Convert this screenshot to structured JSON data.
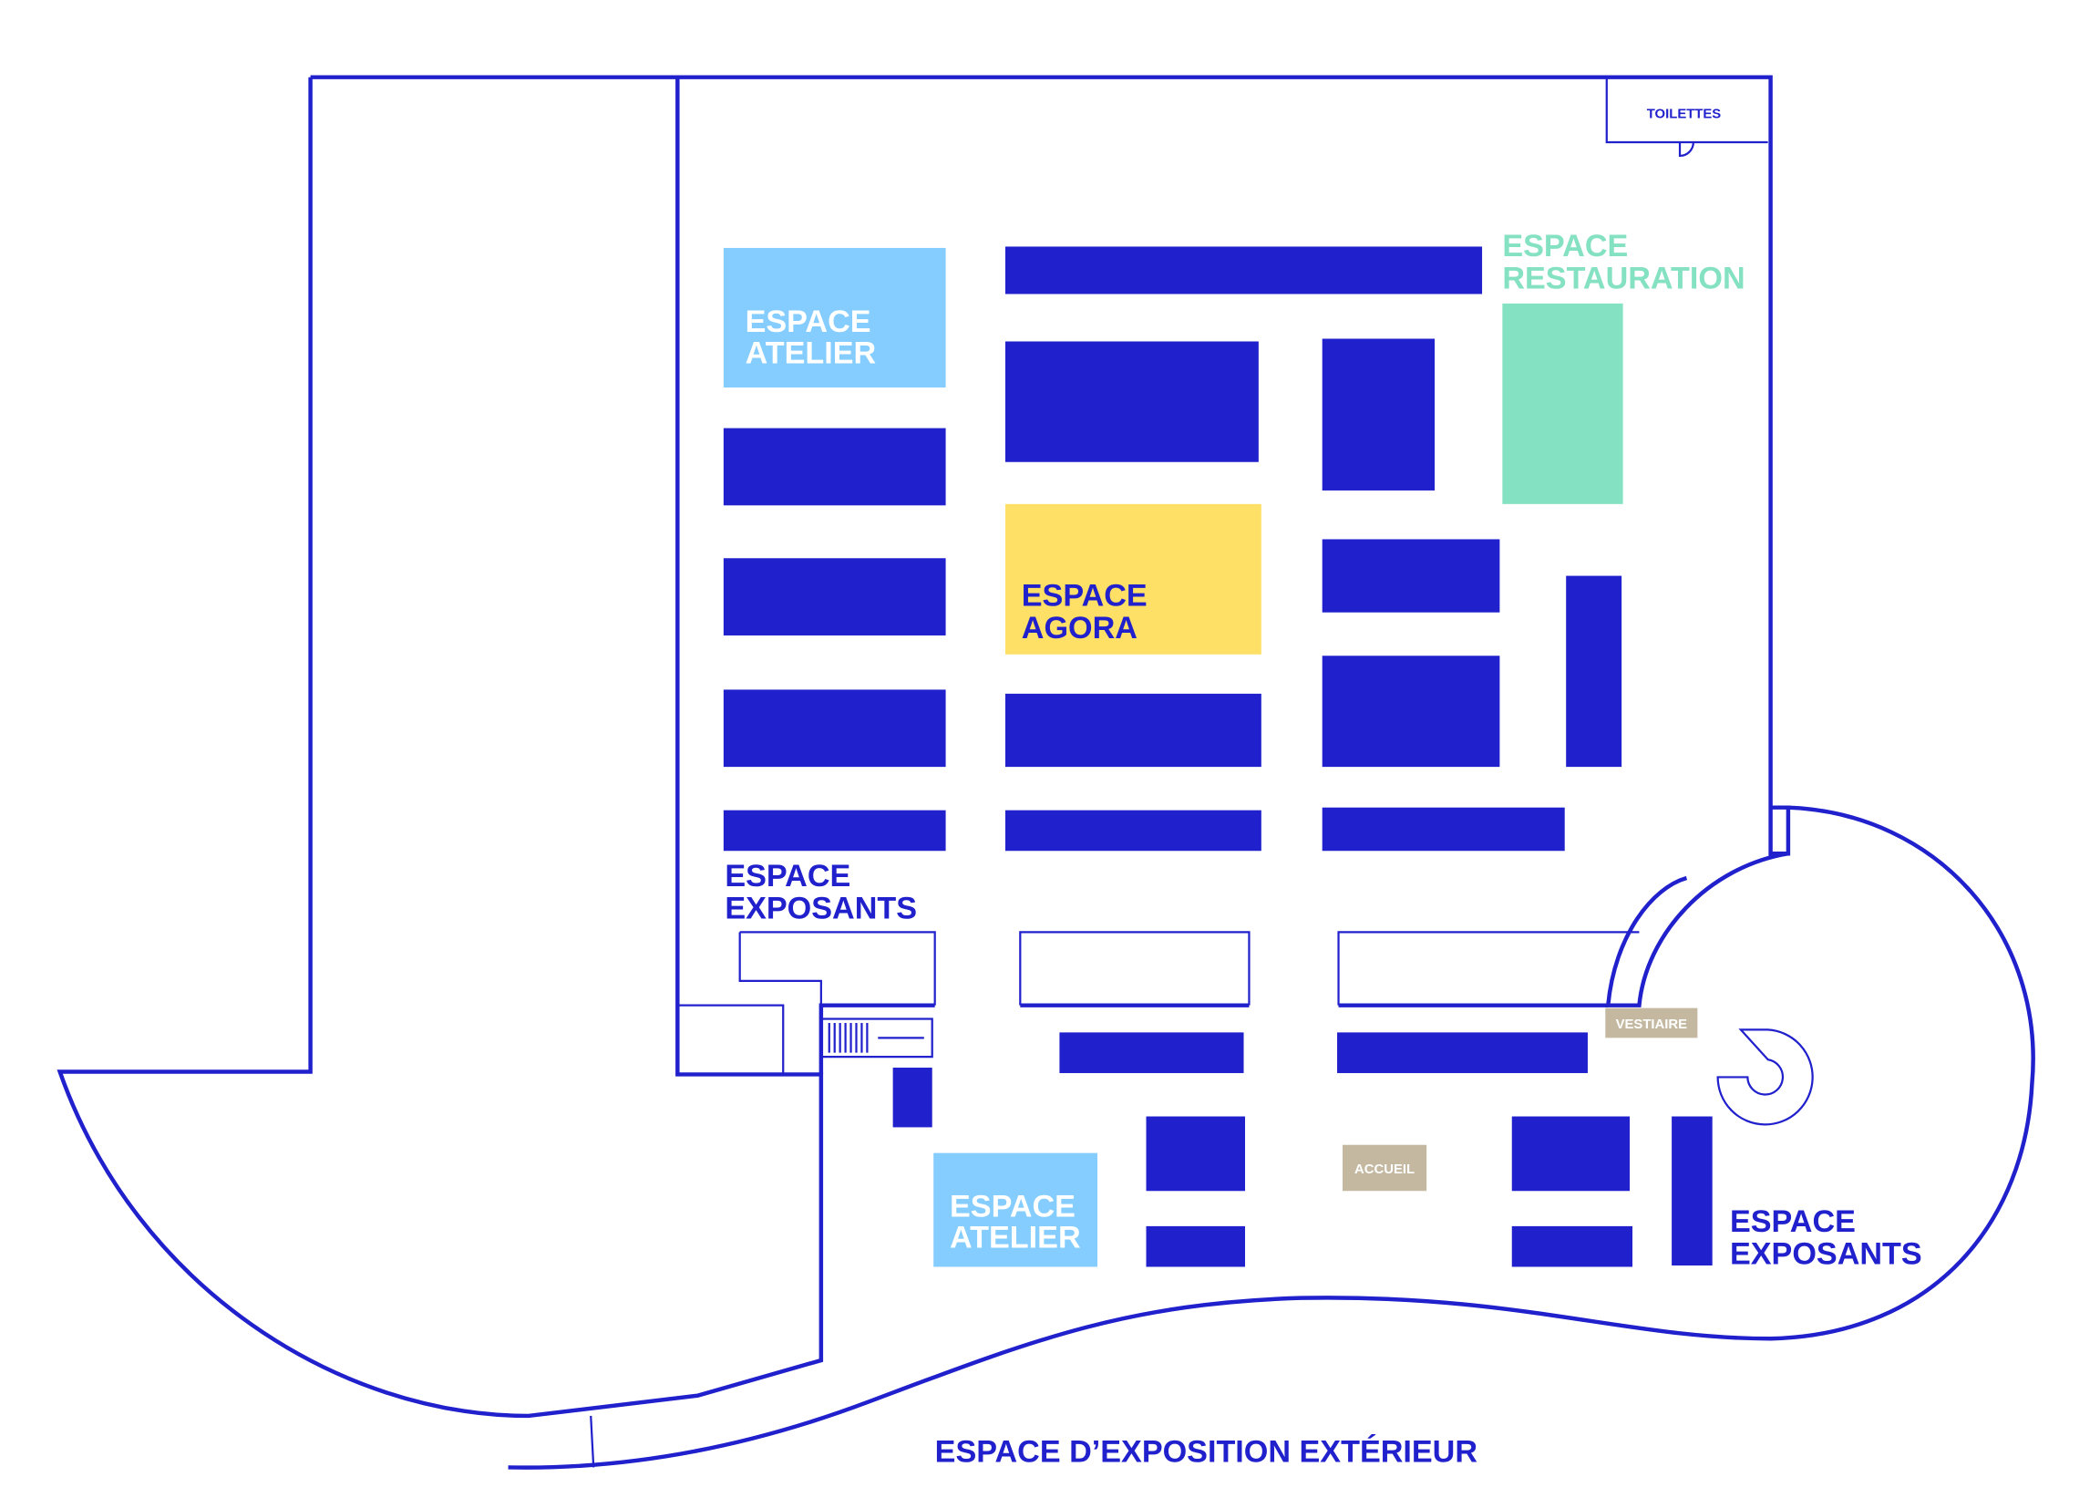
{
  "colors": {
    "wall": "#2020CC",
    "stand": "#2020CC",
    "atelier": "#84CDFE",
    "restauration": "#84E1C1",
    "agora": "#FFE066",
    "service": "#C4B9A0"
  },
  "labels": {
    "toilettes": "TOILETTES",
    "restauration_line1": "ESPACE",
    "restauration_line2": "RESTAURATION",
    "atelier1_line1": "ESPACE",
    "atelier1_line2": "ATELIER",
    "agora_line1": "ESPACE",
    "agora_line2": "AGORA",
    "exposants1_line1": "ESPACE",
    "exposants1_line2": "EXPOSANTS",
    "vestiaire": "VESTIAIRE",
    "accueil": "ACCUEIL",
    "atelier2_line1": "ESPACE",
    "atelier2_line2": "ATELIER",
    "exposants2_line1": "ESPACE",
    "exposants2_line2": "EXPOSANTS",
    "exterieur": "ESPACE D’EXPOSITION EXTÉRIEUR"
  }
}
